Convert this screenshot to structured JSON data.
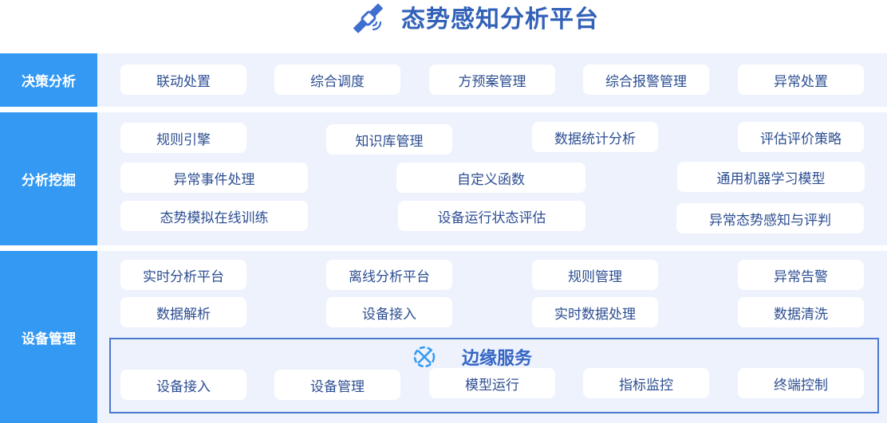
{
  "header": {
    "title": "态势感知分析平台",
    "icon": "satellite-icon"
  },
  "colors": {
    "title": "#3261B8",
    "label_bg": "#3399F3",
    "body_bg": "#EDF2FD",
    "chip_text": "#2C4E92",
    "edge_border": "#4A78CC"
  },
  "layers": [
    {
      "label": "决策分析",
      "items": [
        "联动处置",
        "综合调度",
        "方预案管理",
        "综合报警管理",
        "异常处置"
      ]
    },
    {
      "label": "分析挖掘",
      "items": [
        "规则引擎",
        "知识库管理",
        "数据统计分析",
        "评估评价策略",
        "异常事件处理",
        "自定义函数",
        "通用机器学习模型",
        "态势模拟在线训练",
        "设备运行状态评估",
        "异常态势感知与评判"
      ]
    },
    {
      "label": "设备管理",
      "items": [
        "实时分析平台",
        "离线分析平台",
        "规则管理",
        "异常告警",
        "数据解析",
        "设备接入",
        "实时数据处理",
        "数据清洗"
      ],
      "edge": {
        "title": "边缘服务",
        "icon": "edge-network-icon",
        "items": [
          "设备接入",
          "设备管理",
          "模型运行",
          "指标监控",
          "终端控制"
        ]
      }
    }
  ]
}
